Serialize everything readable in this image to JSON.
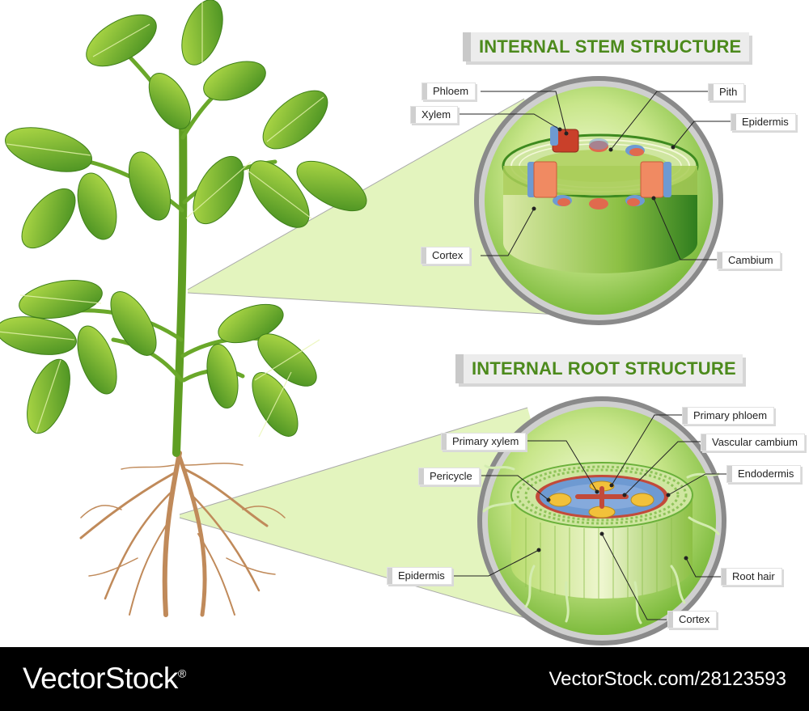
{
  "stem_title": "INTERNAL STEM STRUCTURE",
  "root_title": "INTERNAL ROOT STRUCTURE",
  "stem_labels": {
    "phloem": "Phloem",
    "xylem": "Xylem",
    "pith": "Pith",
    "epidermis": "Epidermis",
    "cortex": "Cortex",
    "cambium": "Cambium"
  },
  "root_labels": {
    "primary_phloem": "Primary phloem",
    "primary_xylem": "Primary xylem",
    "vascular_cambium": "Vascular cambium",
    "pericycle": "Pericycle",
    "endodermis": "Endodermis",
    "epidermis": "Epidermis",
    "root_hair": "Root hair",
    "cortex": "Cortex"
  },
  "footer": {
    "brand": "VectorStock",
    "brand_mark": "®",
    "credit": "VectorStock.com/28123593"
  },
  "colors": {
    "leaf": "#6fb02a",
    "stem": "#5f9e22",
    "root": "#c08a5a",
    "xylem": "#e06a4e",
    "phloem": "#6e9ad2",
    "accent_title": "#4c8a1c"
  }
}
